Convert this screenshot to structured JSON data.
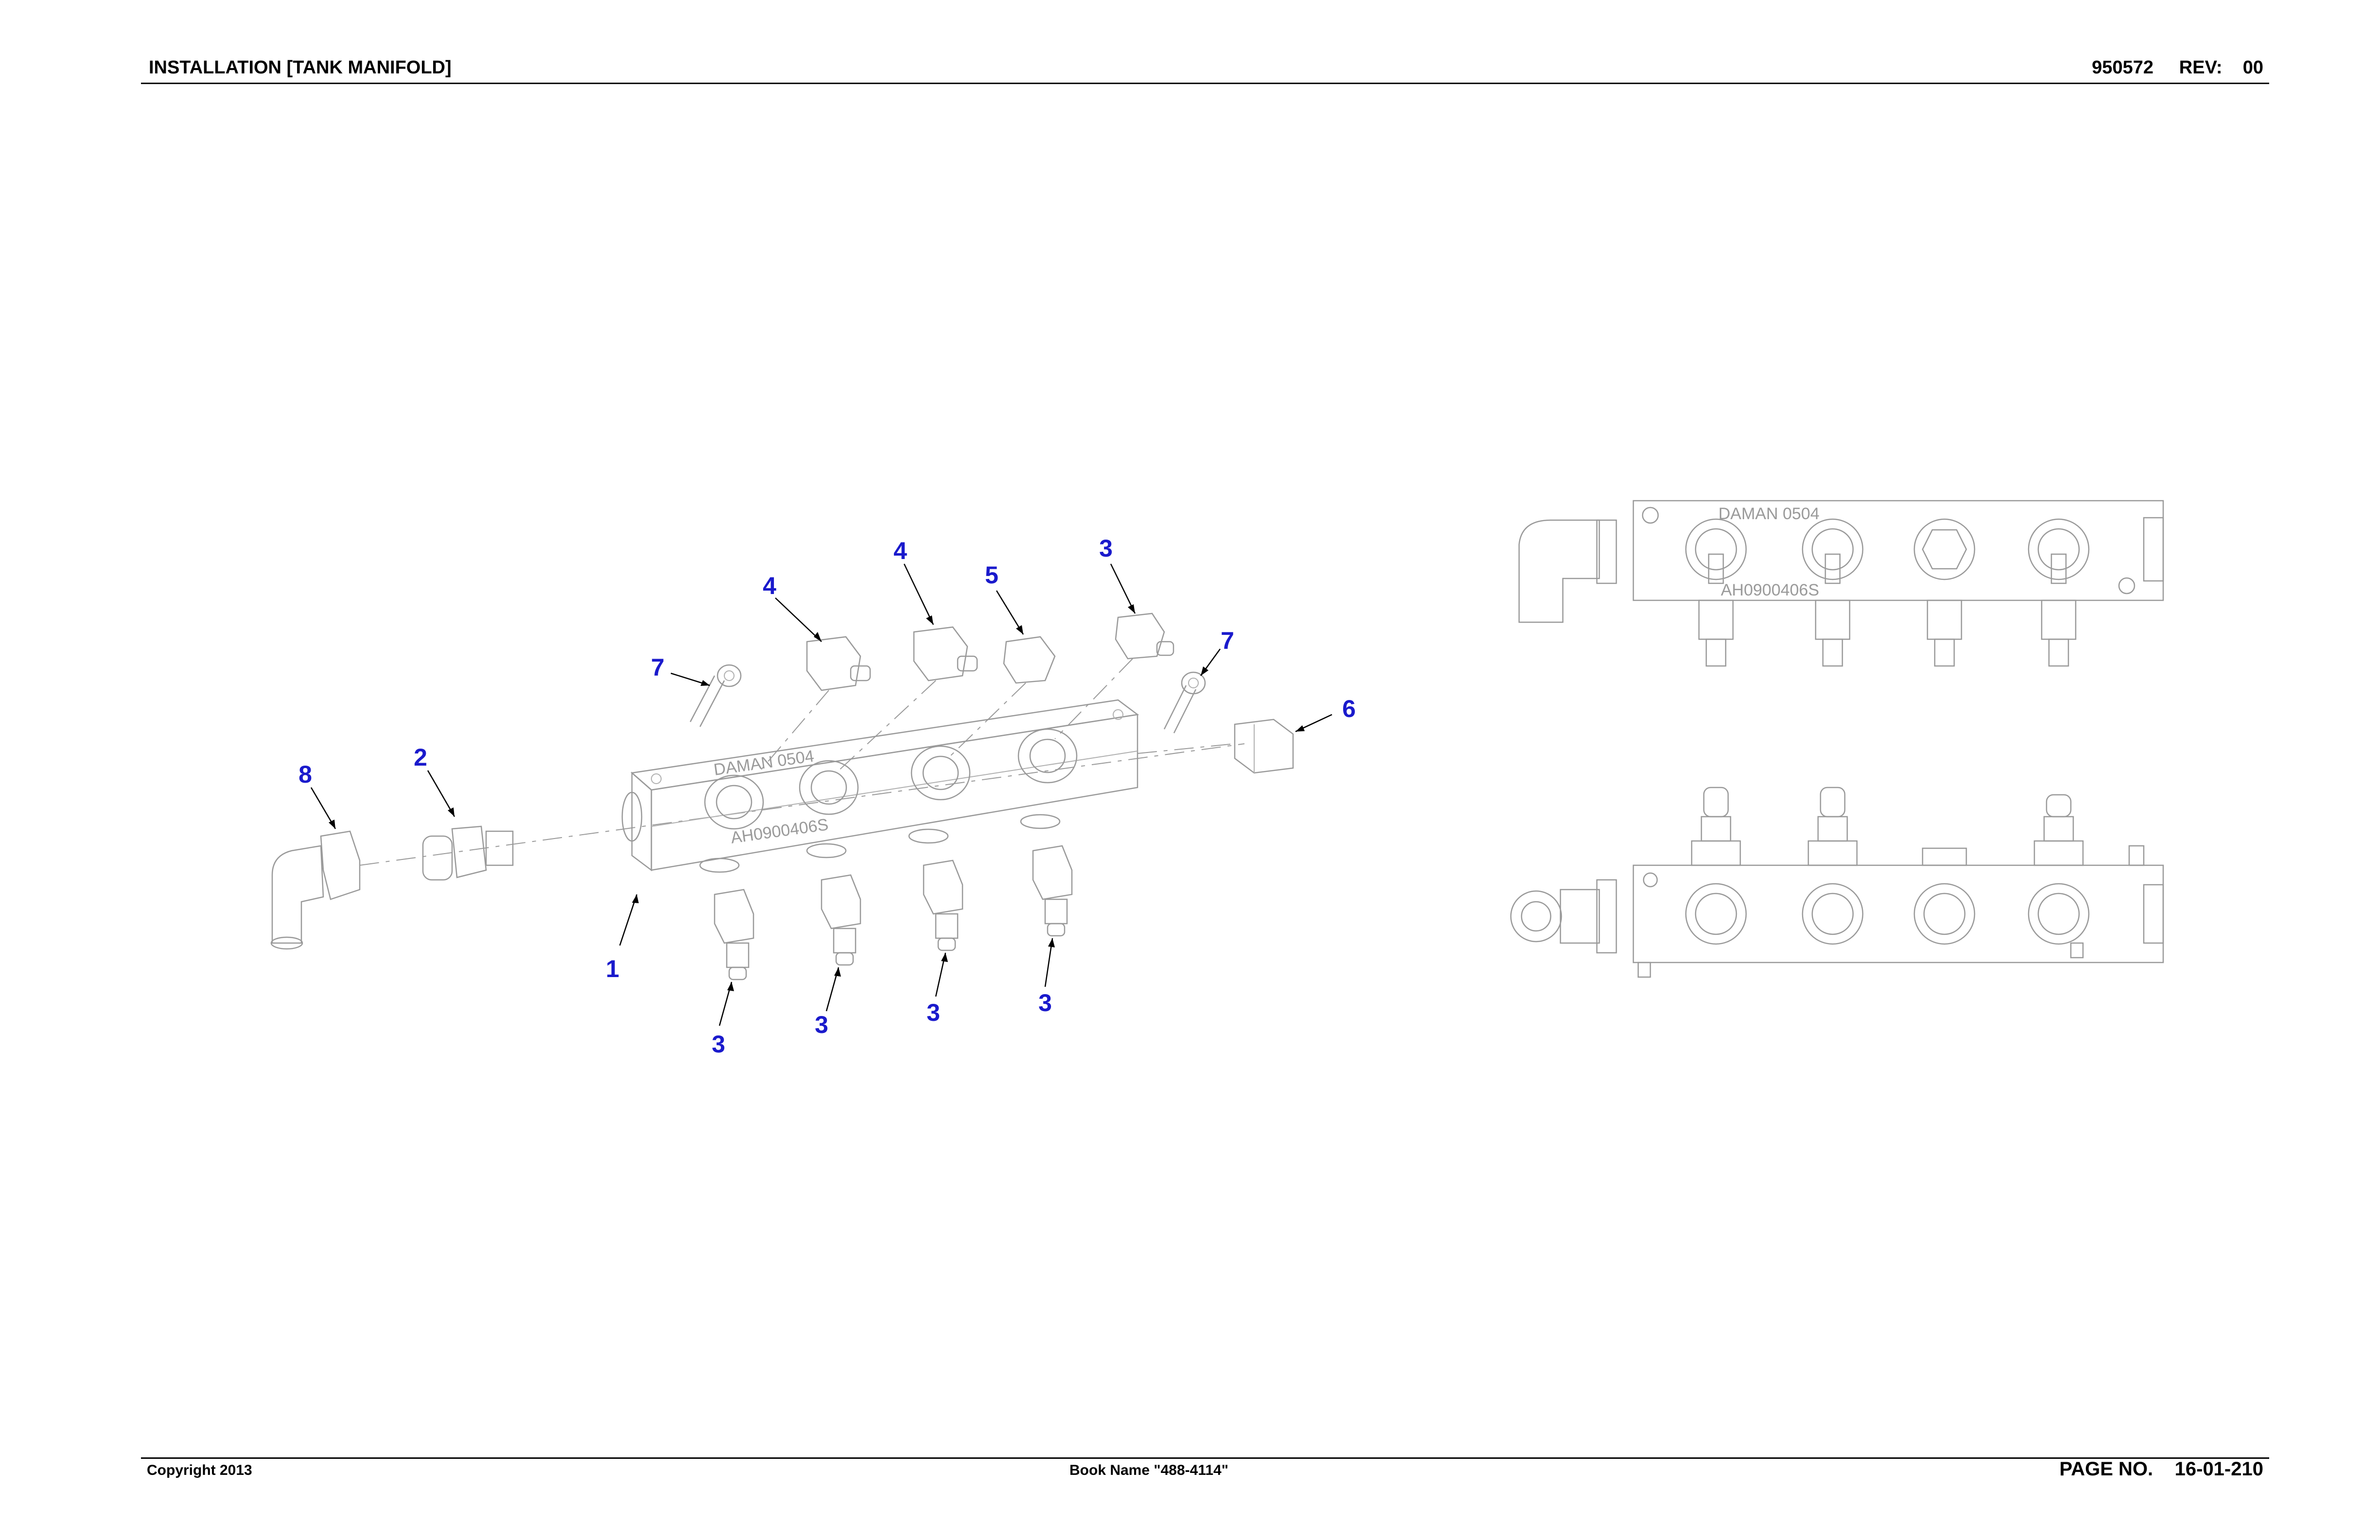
{
  "header": {
    "title": "INSTALLATION [TANK MANIFOLD]",
    "doc_number": "950572",
    "rev_label": "REV:",
    "rev_value": "00"
  },
  "footer": {
    "copyright": "Copyright 2013",
    "book_name": "Book Name \"488-4114\"",
    "page_label": "PAGE NO.",
    "page_value": "16-01-210"
  },
  "drawing": {
    "manifold_stamp_1": "DAMAN 0504",
    "manifold_stamp_2": "AH0900406S",
    "callouts": [
      "1",
      "2",
      "3",
      "3",
      "3",
      "3",
      "3",
      "4",
      "4",
      "5",
      "6",
      "7",
      "7",
      "8"
    ]
  }
}
